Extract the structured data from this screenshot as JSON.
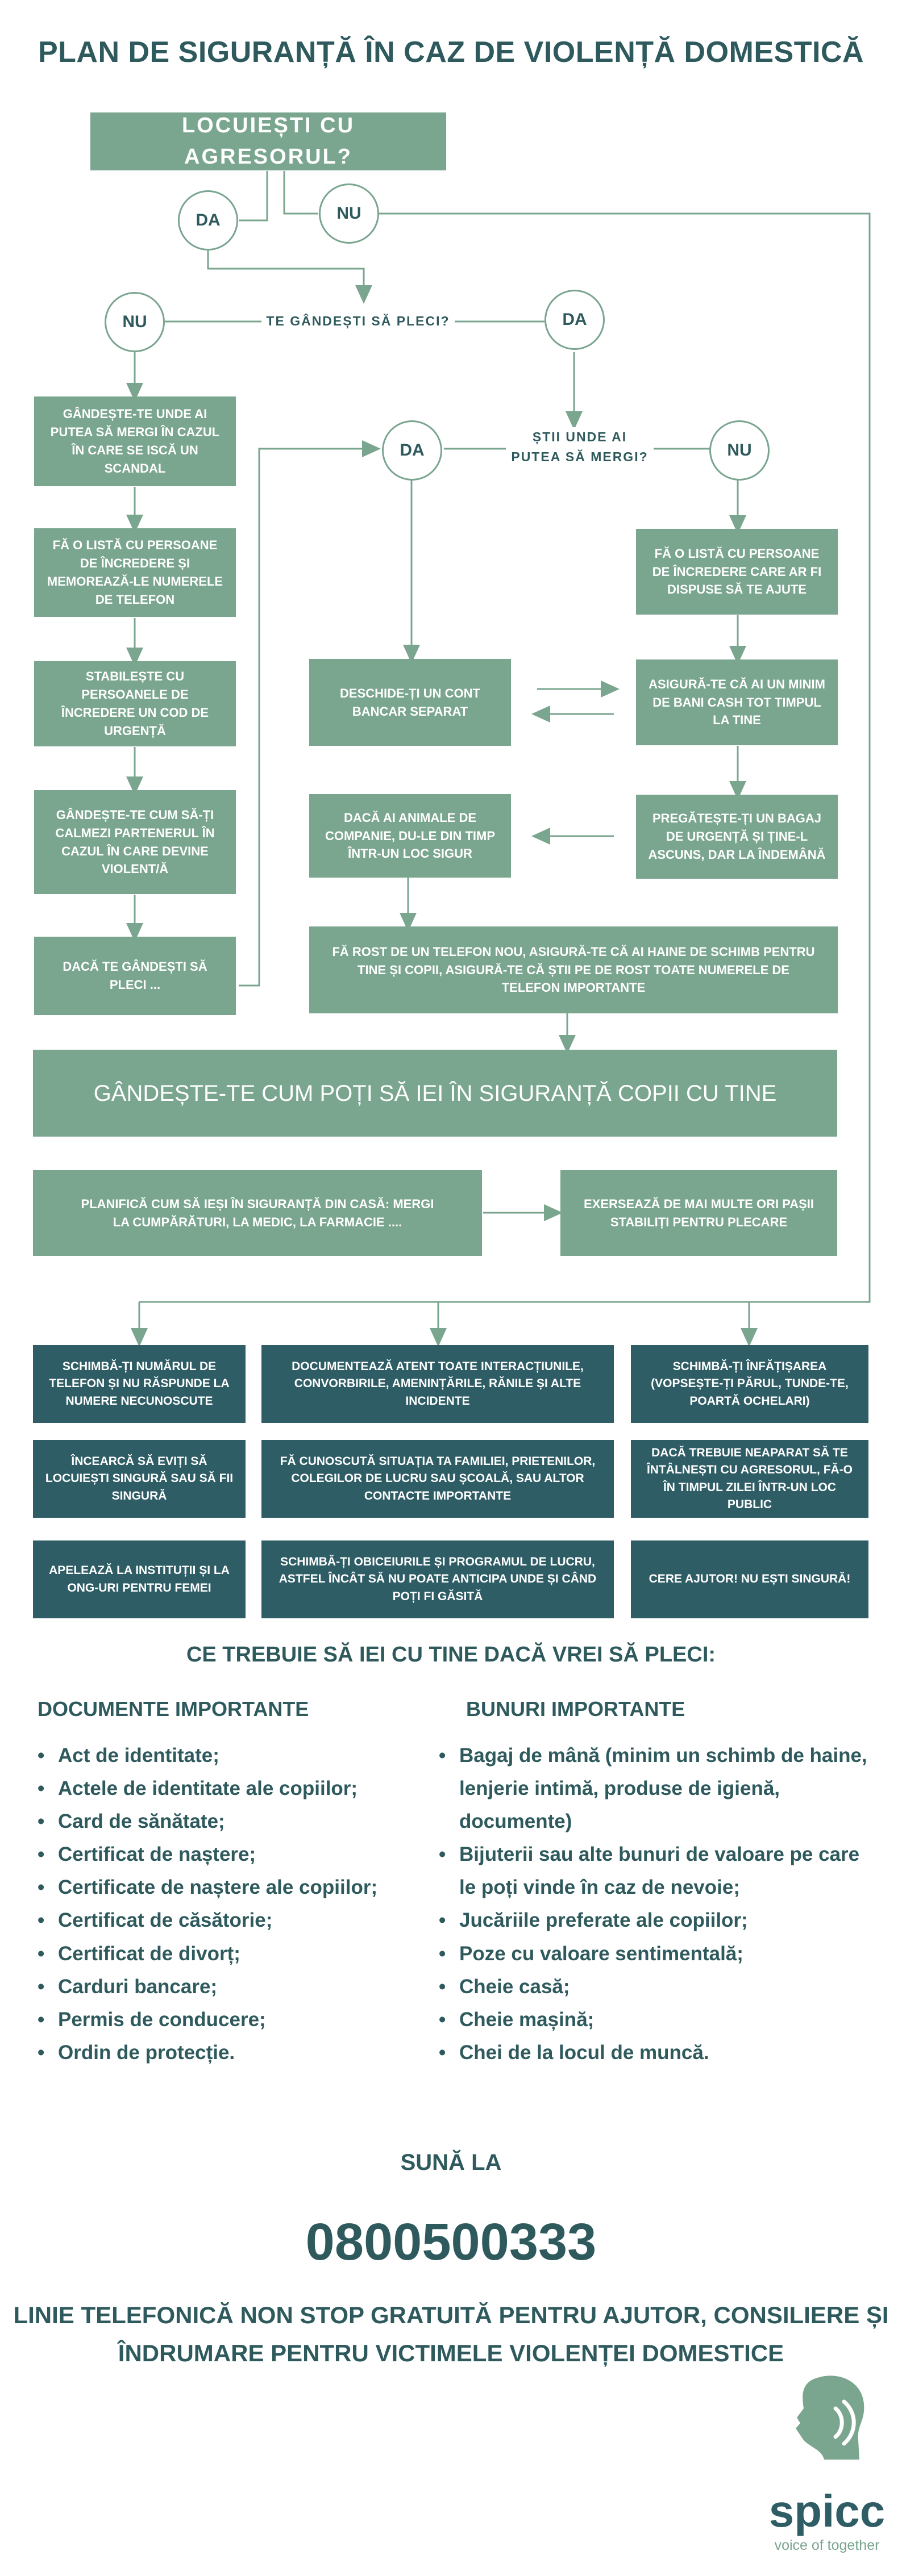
{
  "title": "PLAN DE SIGURANȚĂ ÎN CAZ DE VIOLENȚĂ DOMESTICĂ",
  "flow": {
    "q1": "LOCUIEȘTI CU AGRESORUL?",
    "da": "DA",
    "nu": "NU",
    "q2": "TE GÂNDEȘTI SĂ PLECI?",
    "q3": "ȘTII UNDE AI PUTEA SĂ MERGI?",
    "left": [
      "GÂNDEȘTE-TE UNDE AI PUTEA SĂ MERGI ÎN CAZUL ÎN CARE SE ISCĂ UN SCANDAL",
      "FĂ O LISTĂ CU PERSOANE DE ÎNCREDERE ȘI MEMOREAZĂ-LE NUMERELE DE TELEFON",
      "STABILEȘTE CU PERSOANELE DE ÎNCREDERE UN COD DE URGENȚĂ",
      "GÂNDEȘTE-TE CUM SĂ-ȚI CALMEZI PARTENERUL ÎN CAZUL ÎN CARE DEVINE VIOLENT/Ă",
      "DACĂ TE GÂNDEȘTI SĂ PLECI ..."
    ],
    "open_account": "DESCHIDE-ȚI UN CONT BANCAR SEPARAT",
    "pets": "DACĂ AI ANIMALE DE COMPANIE, DU-LE DIN TIMP ÎNTR-UN LOC SIGUR",
    "trust_list": "FĂ O LISTĂ CU PERSOANE DE ÎNCREDERE CARE AR FI DISPUSE SĂ TE AJUTE",
    "cash": "ASIGURĂ-TE CĂ AI UN MINIM DE BANI CASH TOT TIMPUL LA TINE",
    "bag": "PREGĂTEȘTE-ȚI UN BAGAJ DE URGENȚĂ ȘI ȚINE-L ASCUNS, DAR LA ÎNDEMÂNĂ",
    "phone_box": "FĂ ROST DE UN TELEFON NOU, ASIGURĂ-TE CĂ AI HAINE DE SCHIMB PENTRU TINE ȘI COPII, ASIGURĂ-TE CĂ ȘTII PE DE ROST TOATE NUMERELE DE TELEFON IMPORTANTE",
    "children": "GÂNDEȘTE-TE CUM POȚI SĂ IEI ÎN SIGURANȚĂ COPII CU TINE",
    "plan_exit": "PLANIFICĂ CUM SĂ IEȘI ÎN SIGURANȚĂ DIN CASĂ: MERGI LA CUMPĂRĂTURI, LA MEDIC, LA FARMACIE ....",
    "practice": "EXERSEAZĂ DE MAI MULTE ORI PAȘII STABILIȚI PENTRU PLECARE"
  },
  "bottom_grid": [
    "SCHIMBĂ-ȚI NUMĂRUL DE TELEFON ȘI NU RĂSPUNDE LA NUMERE NECUNOSCUTE",
    "DOCUMENTEAZĂ ATENT TOATE INTERACȚIUNILE, CONVORBIRILE, AMENINȚĂRILE, RĂNILE ȘI ALTE INCIDENTE",
    "SCHIMBĂ-ȚI ÎNFĂȚIȘAREA (VOPSEȘTE-ȚI PĂRUL, TUNDE-TE, POARTĂ OCHELARI)",
    "ÎNCEARCĂ SĂ EVIȚI SĂ LOCUIEȘTI SINGURĂ SAU SĂ FII SINGURĂ",
    "FĂ CUNOSCUTĂ SITUAȚIA TA FAMILIEI, PRIETENILOR, COLEGILOR DE LUCRU SAU ȘCOALĂ, SAU ALTOR CONTACTE IMPORTANTE",
    "DACĂ TREBUIE NEAPARAT SĂ TE ÎNTÂLNEȘTI CU AGRESORUL, FĂ-O ÎN TIMPUL ZILEI ÎNTR-UN LOC PUBLIC",
    "APELEAZĂ LA INSTITUȚII ȘI LA ONG-URI PENTRU FEMEI",
    "SCHIMBĂ-ȚI OBICEIURILE ȘI PROGRAMUL DE LUCRU, ASTFEL ÎNCÂT SĂ NU POATE ANTICIPA UNDE ȘI CÂND POȚI FI GĂSITĂ",
    "CERE AJUTOR! NU EȘTI SINGURĂ!"
  ],
  "take_title": "CE TREBUIE SĂ IEI CU TINE DACĂ VREI SĂ PLECI:",
  "documents": {
    "heading": "DOCUMENTE IMPORTANTE",
    "items": [
      "Act de identitate;",
      "Actele de identitate ale copiilor;",
      "Card de sănătate;",
      "Certificat de naștere;",
      "Certificate de naștere ale copiilor;",
      "Certificat de căsătorie;",
      "Certificat de divorț;",
      "Carduri bancare;",
      "Permis de conducere;",
      "Ordin de protecție."
    ]
  },
  "goods": {
    "heading": "BUNURI IMPORTANTE",
    "items": [
      "Bagaj de mână (minim un schimb de haine, lenjerie intimă, produse de igienă, documente)",
      "Bijuterii sau alte bunuri de valoare pe care le poți vinde în caz de nevoie;",
      "Jucăriile preferate ale copiilor;",
      "Poze cu valoare sentimentală;",
      "Cheie casă;",
      "Cheie mașină;",
      "Chei de la locul de muncă."
    ]
  },
  "call": {
    "label": "SUNĂ LA",
    "number": "0800500333",
    "line1": "LINIE TELEFONICĂ NON STOP GRATUITĂ PENTRU AJUTOR, CONSILIERE ȘI",
    "line2": "ÎNDRUMARE PENTRU VICTIMELE VIOLENȚEI DOMESTICE"
  },
  "logo": {
    "name": "spicc",
    "tagline": "voice of together"
  },
  "colors": {
    "green": "#7aa58f",
    "dark": "#2f5d66",
    "text": "#2f5a5d"
  }
}
